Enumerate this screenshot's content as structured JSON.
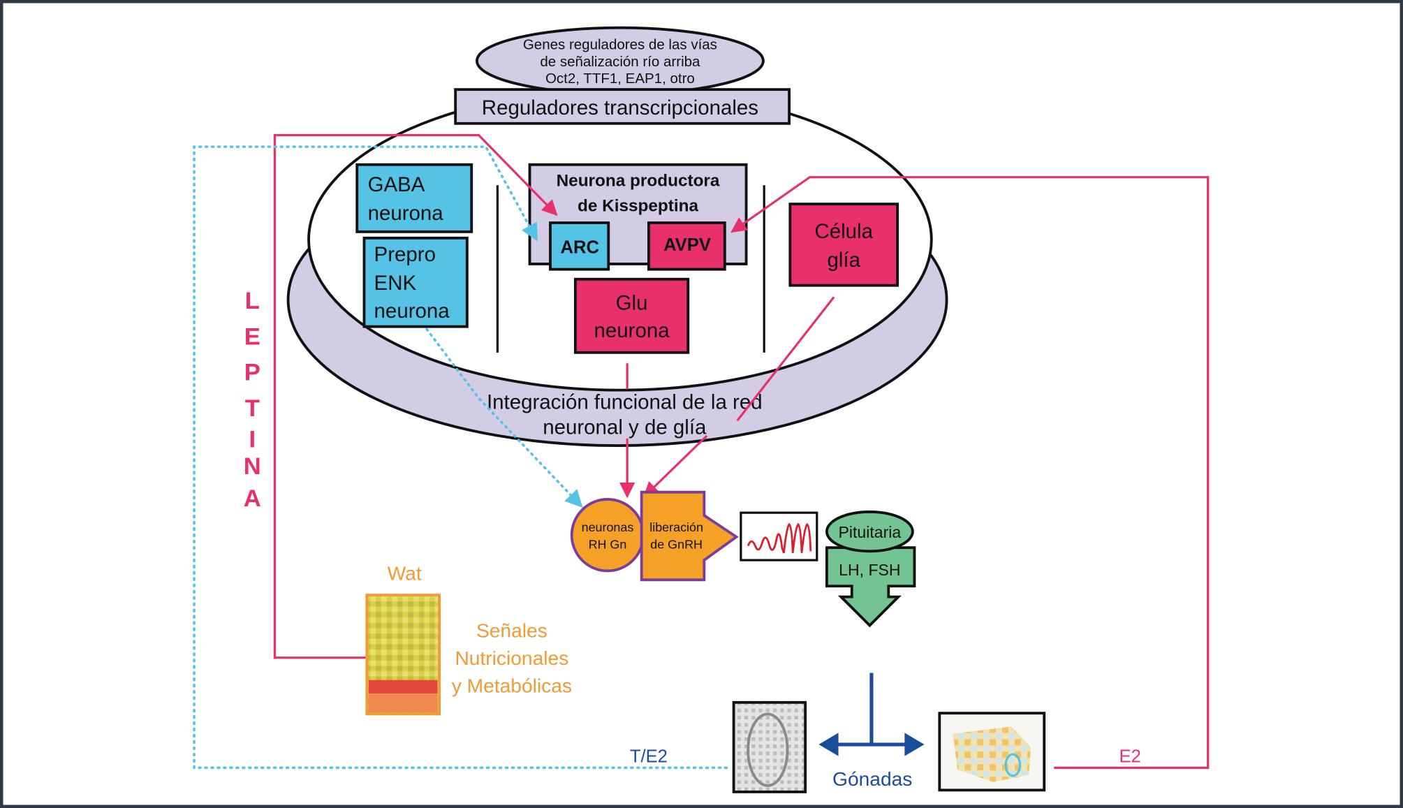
{
  "top_ellipse": {
    "lines": [
      "Genes reguladores de las vías",
      "de señalización río arriba",
      "Oct2, TTF1, EAP1, otro"
    ]
  },
  "transcription_bar": {
    "label": "Reguladores transcripcionales"
  },
  "cells": {
    "gaba": {
      "lines": [
        "GABA",
        "neurona"
      ]
    },
    "preproenk": {
      "lines": [
        "Prepro",
        "ENK",
        "neurona"
      ]
    },
    "kisspeptin": {
      "lines": [
        "Neurona productora",
        "de Kisspeptina"
      ]
    },
    "arc": {
      "label": "ARC"
    },
    "avpv": {
      "label": "AVPV"
    },
    "glu": {
      "lines": [
        "Glu",
        "neurona"
      ]
    },
    "glia": {
      "lines": [
        "Célula",
        "glía"
      ]
    }
  },
  "integration": {
    "lines": [
      "Integración funcional de la red",
      "neuronal y de glía"
    ]
  },
  "gnrh": {
    "neurons": {
      "lines": [
        "neuronas",
        "RH Gn"
      ]
    },
    "release": {
      "lines": [
        "liberación",
        "de GnRH"
      ]
    }
  },
  "pituitary": {
    "label": "Pituitaria",
    "hormones": "LH, FSH"
  },
  "leptin": {
    "letters": [
      "L",
      "E",
      "P",
      "T",
      "I",
      "N",
      "A"
    ]
  },
  "wat": {
    "label": "Wat",
    "signals": [
      "Señales",
      "Nutricionales",
      "y Metabólicas"
    ]
  },
  "gonads": {
    "label": "Gónadas",
    "male_feedback": "T/E2",
    "female_feedback": "E2"
  },
  "colors": {
    "lavender": "#d2cde4",
    "cyan": "#55c3e6",
    "pink": "#e8306b",
    "orange": "#f5a127",
    "purple": "#7b3c9a",
    "green": "#74c493",
    "blue": "#1b4c9b",
    "frame": "#2f3a46"
  }
}
